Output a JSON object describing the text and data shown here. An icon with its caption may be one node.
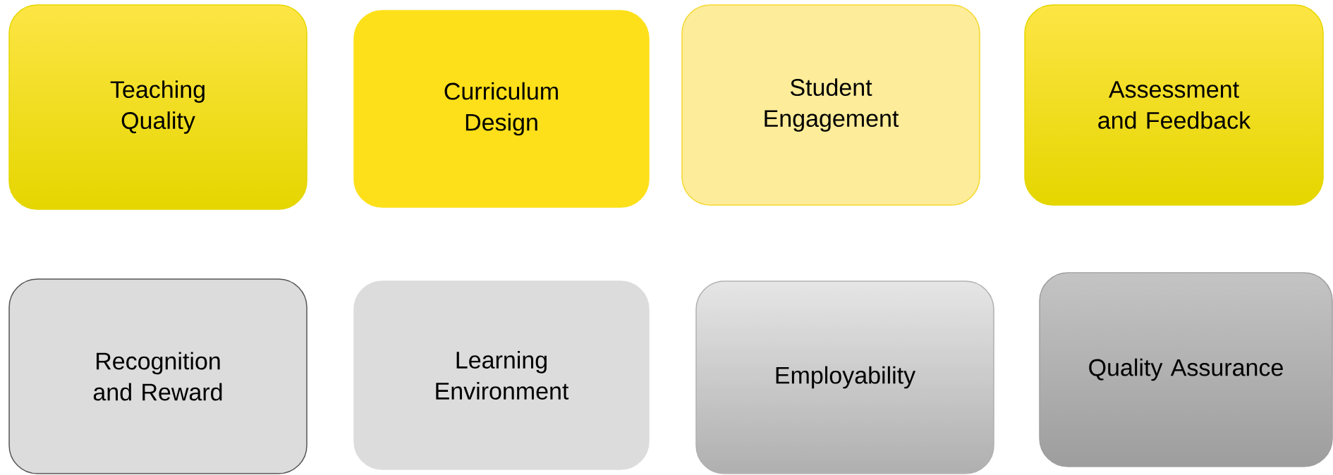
{
  "diagram": {
    "nodes": [
      {
        "text": [
          "Teaching Quality"
        ]
      },
      {
        "text": [
          "Curriculum Design"
        ]
      },
      {
        "text": [
          "Student Engagement"
        ]
      },
      {
        "text": [
          "Assessment and Feedback"
        ]
      },
      {
        "text": [
          "Recognition and Reward"
        ]
      },
      {
        "text": [
          "Learning Environment"
        ]
      },
      {
        "text": [
          "Employability"
        ]
      },
      {
        "text": [
          "Quality Assurance"
        ]
      }
    ]
  }
}
